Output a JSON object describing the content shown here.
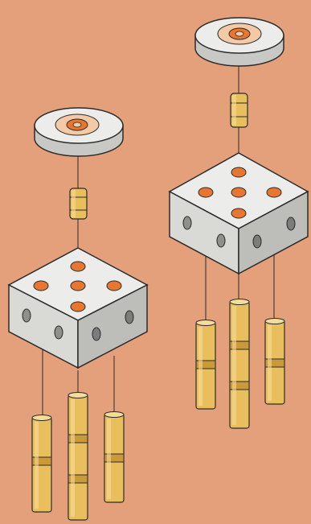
{
  "scene": {
    "background": "#e3a07a",
    "subject": "two-wind-chimes",
    "colors": {
      "stone_top": "#ecece9",
      "stone_left": "#d9d9d6",
      "stone_right": "#bdbdba",
      "stone_hole": "#8f8f8c",
      "accent": "#e8762f",
      "accent_ring": "#f3c9a6",
      "brass": "#e9bf5e",
      "brass_shade": "#c99a3a",
      "ink": "#2b2b2b"
    },
    "chimes": [
      {
        "name": "left-chime",
        "cube_top_holes": 5,
        "cube_side_holes_per_face": 2,
        "hanging_tubes": 3,
        "disc_rings": 2
      },
      {
        "name": "right-chime",
        "cube_top_holes": 5,
        "cube_side_holes_per_face": 2,
        "hanging_tubes": 3,
        "disc_rings": 2
      }
    ]
  }
}
